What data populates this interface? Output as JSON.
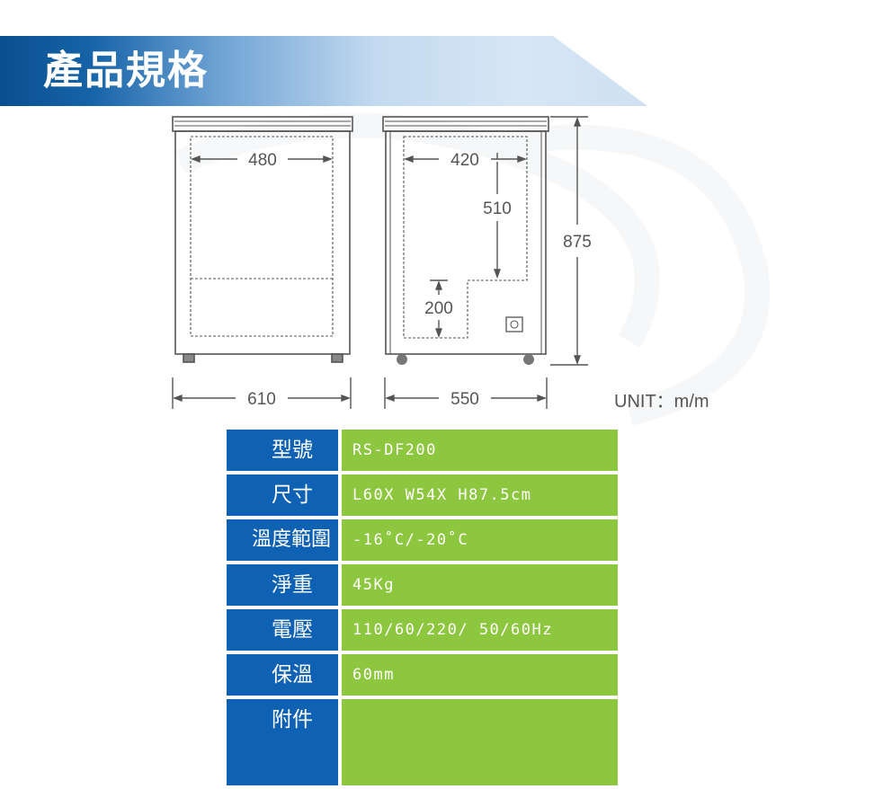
{
  "banner": {
    "title": "產品規格"
  },
  "diagram": {
    "front_inner_width": "480",
    "front_outer_width": "610",
    "side_inner_width": "420",
    "side_inner_depth": "510",
    "side_step_height": "200",
    "side_outer_width": "550",
    "height_total": "875",
    "unit": "UNIT：m/m"
  },
  "specs": {
    "rows": [
      {
        "label": "型號",
        "value": "RS-DF200"
      },
      {
        "label": "尺寸",
        "value": "L60X W54X H87.5cm"
      },
      {
        "label": "溫度範圍",
        "value": "-16˚C/-20˚C"
      },
      {
        "label": "淨重",
        "value": "45Kg"
      },
      {
        "label": "電壓",
        "value": "110/60/220/ 50/60Hz"
      },
      {
        "label": "保溫",
        "value": "60mm"
      },
      {
        "label": "附件",
        "value": ""
      }
    ]
  },
  "colors": {
    "banner_blue": "#0a4f8f",
    "label_blue": "#0f62b3",
    "value_green": "#8dc63f"
  }
}
